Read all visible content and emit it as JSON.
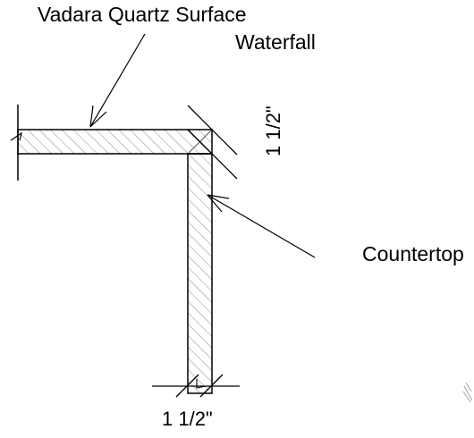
{
  "labels": {
    "material": "Vadara Quartz Surface",
    "waterfall": "Waterfall",
    "countertop": "Countertop"
  },
  "dimensions": {
    "vertical_thickness": "1 1/2\"",
    "horizontal_thickness": "1 1/2\""
  },
  "colors": {
    "line": "#000000",
    "hatch": "#8a8a8a",
    "background": "#ffffff"
  }
}
